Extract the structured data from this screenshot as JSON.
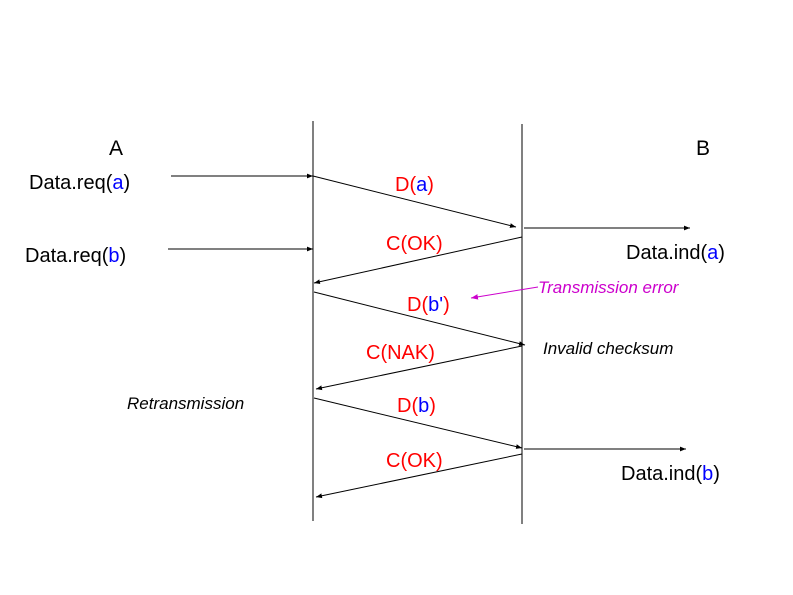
{
  "colors": {
    "line": "#000000",
    "frame": "#ff0000",
    "param": "#0000ff",
    "annotation": "#cc00cc"
  },
  "entities": {
    "left": "A",
    "right": "B"
  },
  "requests": [
    {
      "prefix": "Data.req(",
      "param": "a",
      "suffix": ")"
    },
    {
      "prefix": "Data.req(",
      "param": "b",
      "suffix": ")"
    }
  ],
  "indications": [
    {
      "prefix": "Data.ind(",
      "param": "a",
      "suffix": ")"
    },
    {
      "prefix": "Data.ind(",
      "param": "b",
      "suffix": ")"
    }
  ],
  "frames": [
    {
      "prefix": "D(",
      "param": "a",
      "suffix": ")"
    },
    {
      "prefix": "C(OK)",
      "param": "",
      "suffix": ""
    },
    {
      "prefix": "D(",
      "param": "b'",
      "suffix": ")"
    },
    {
      "prefix": "C(NAK)",
      "param": "",
      "suffix": ""
    },
    {
      "prefix": "D(",
      "param": "b",
      "suffix": ")"
    },
    {
      "prefix": "C(OK)",
      "param": "",
      "suffix": ""
    }
  ],
  "notes": {
    "transmission_error": "Transmission error",
    "invalid_checksum": "Invalid checksum",
    "retransmission": "Retransmission"
  }
}
